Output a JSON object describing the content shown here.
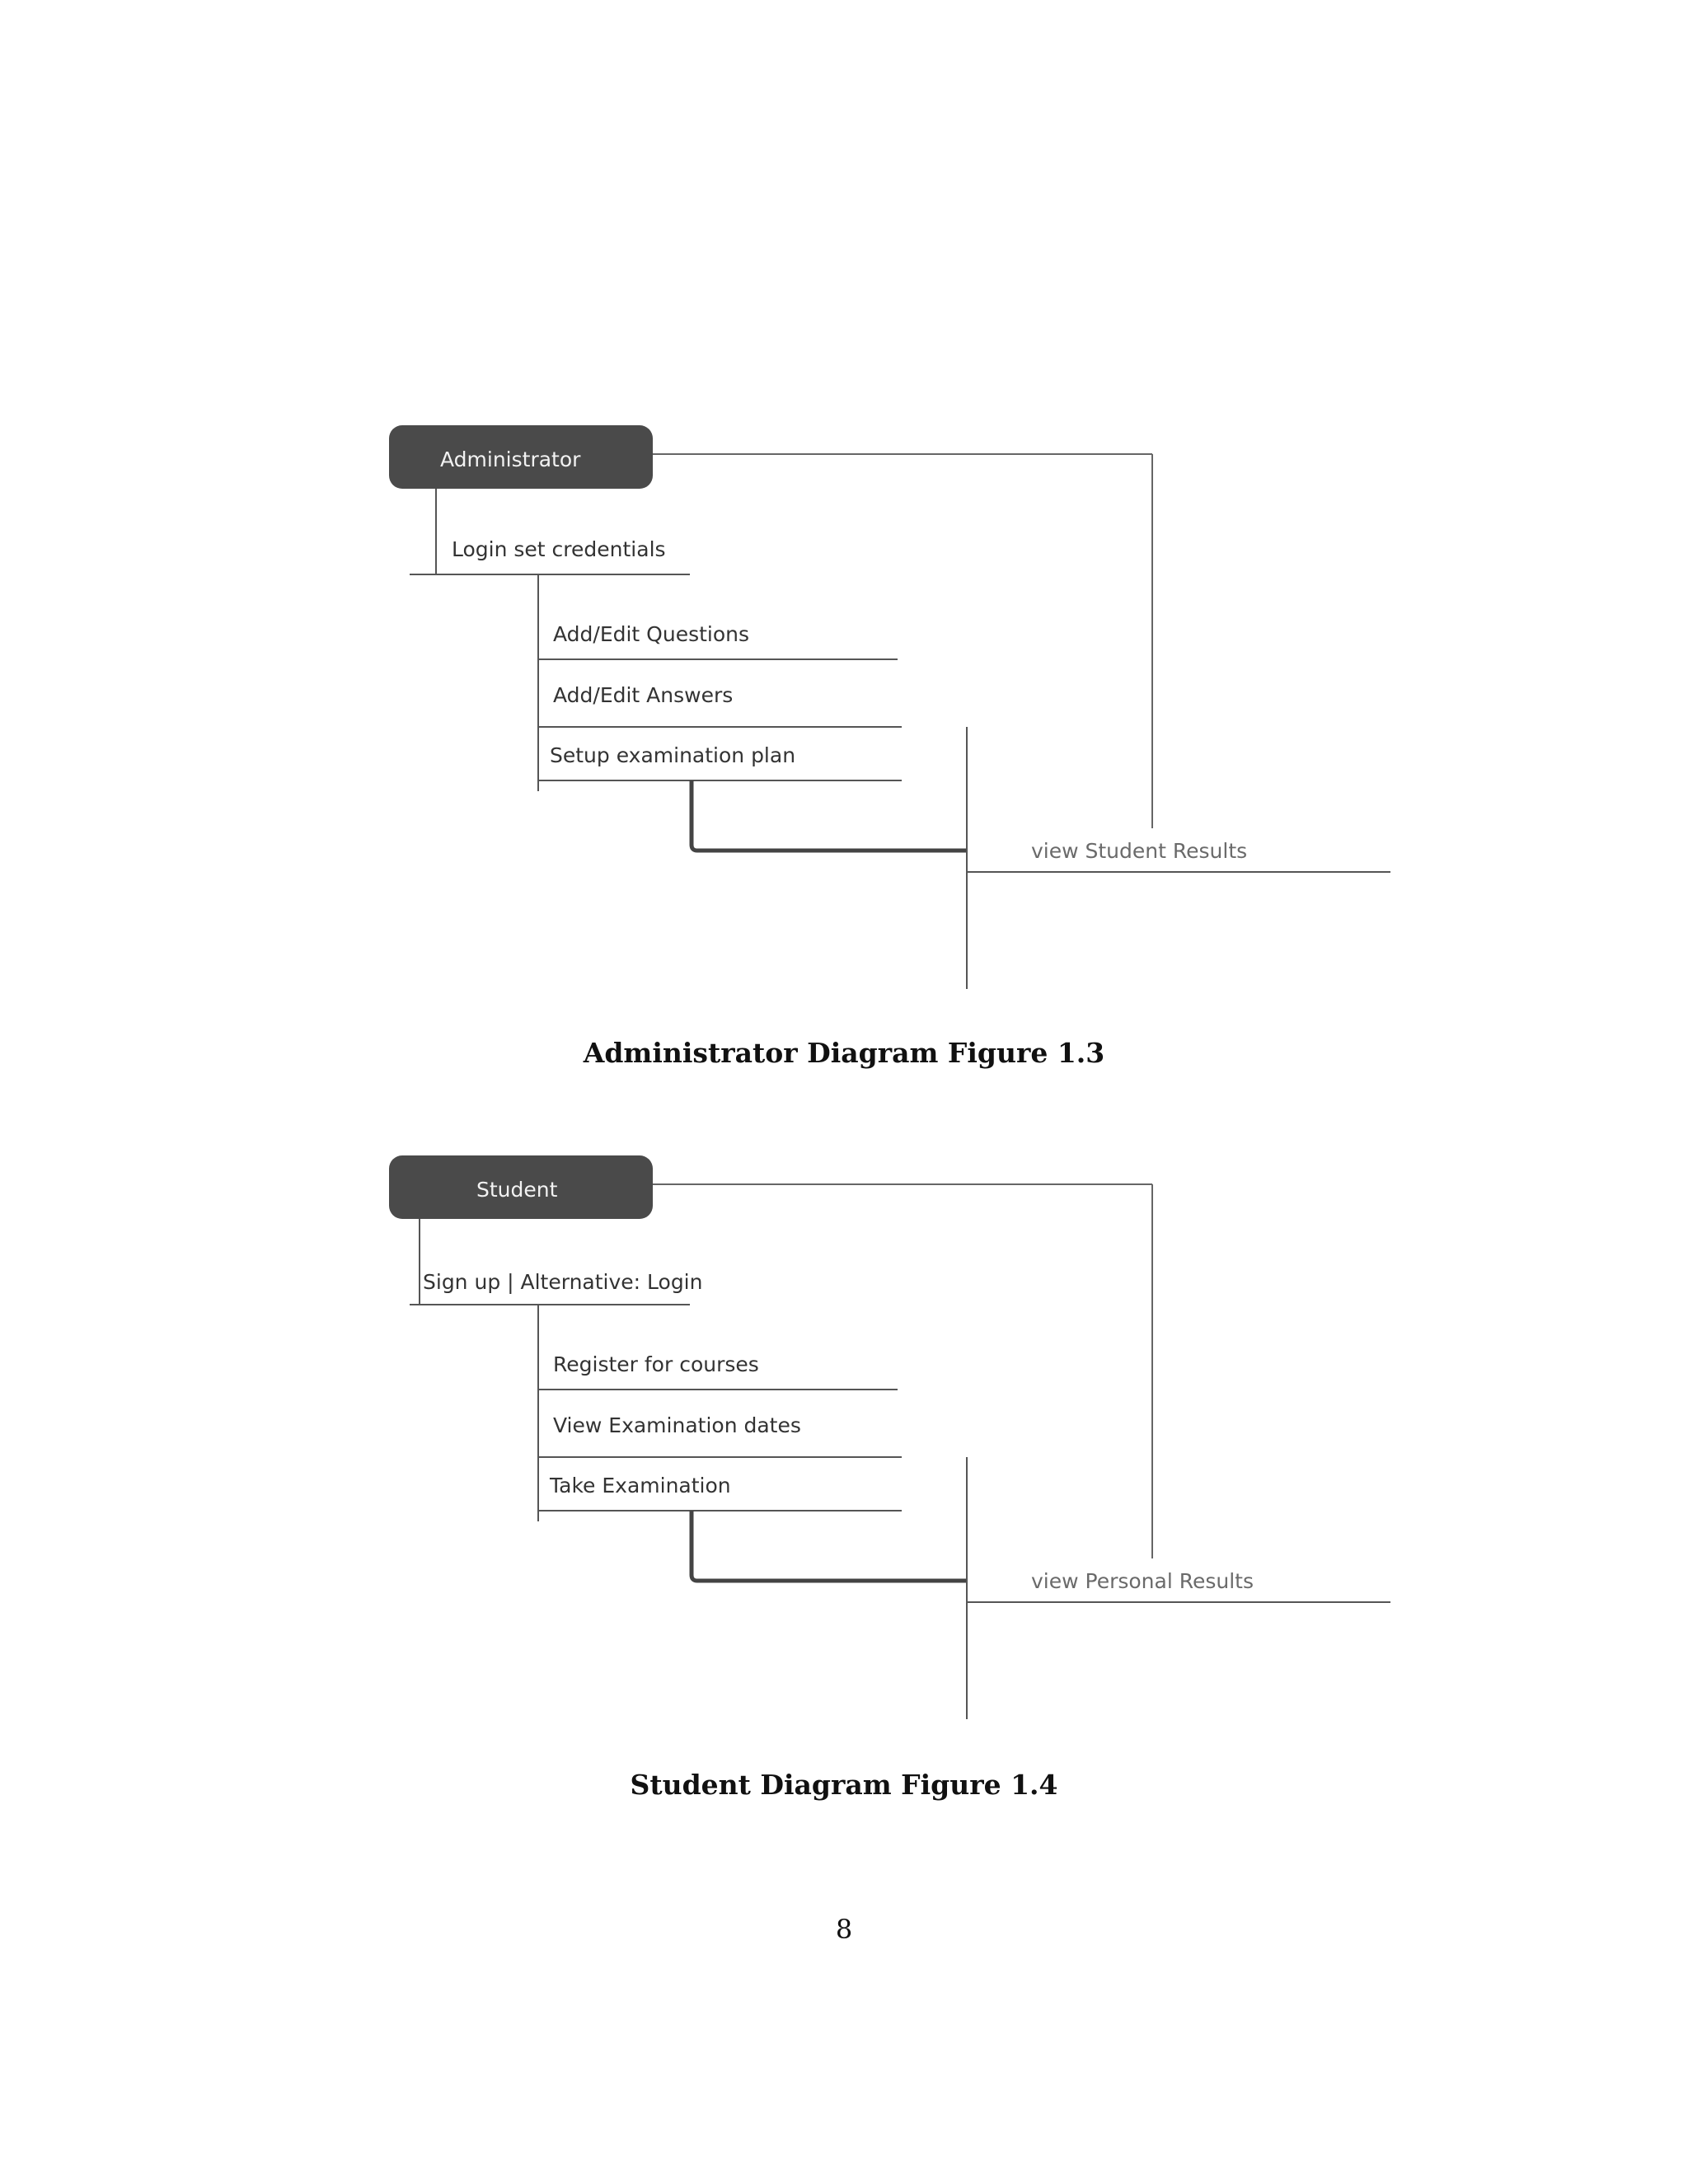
{
  "figures": [
    {
      "actor": "Administrator",
      "login_step": "Login set credentials",
      "tasks": [
        "Add/Edit Questions",
        "Add/Edit Answers",
        "Setup examination plan"
      ],
      "result_step": "view Student Results",
      "caption": "Administrator Diagram Figure 1.3"
    },
    {
      "actor": "Student",
      "login_step": "Sign up | Alternative: Login",
      "tasks": [
        "Register for courses",
        "View Examination dates",
        "Take Examination"
      ],
      "result_step": "view Personal Results",
      "caption": "Student Diagram Figure 1.4"
    }
  ],
  "page_number": "8",
  "colors": {
    "actor_fill": "#4a4a4a",
    "line": "#555555",
    "text": "#333333"
  }
}
